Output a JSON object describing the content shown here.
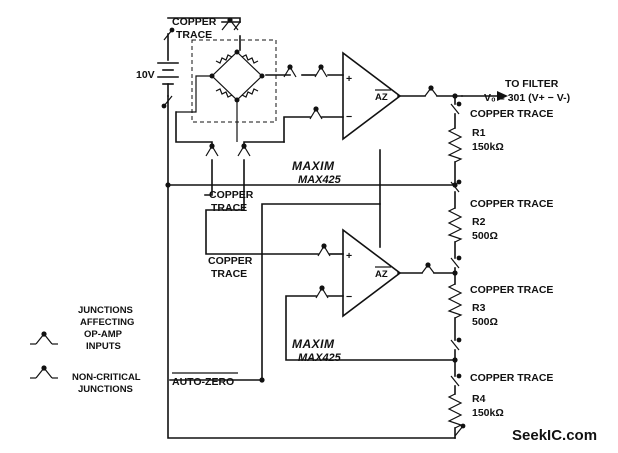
{
  "labels": {
    "copper_trace": "COPPER TRACE",
    "copper": "COPPER",
    "trace": "TRACE",
    "battery": "10V",
    "to_filter": "TO FILTER",
    "formula": "V₀ = 301 (V+  −  V-)",
    "az": "AZ",
    "plus": "+",
    "minus": "−",
    "auto_zero": "AUTO-ZERO",
    "r1_name": "R1",
    "r1_value": "150kΩ",
    "r2_name": "R2",
    "r2_value": "500Ω",
    "r3_name": "R3",
    "r3_value": "500Ω",
    "r4_name": "R4",
    "r4_value": "150kΩ",
    "maxim": "MAXIM",
    "chip": "MAX425",
    "legend_critical_1": "JUNCTIONS",
    "legend_critical_2": "AFFECTING",
    "legend_critical_3": "OP-AMP",
    "legend_critical_4": "INPUTS",
    "legend_noncritical_1": "NON-CRITICAL",
    "legend_noncritical_2": "JUNCTIONS",
    "watermark": "SeekIC.com"
  }
}
